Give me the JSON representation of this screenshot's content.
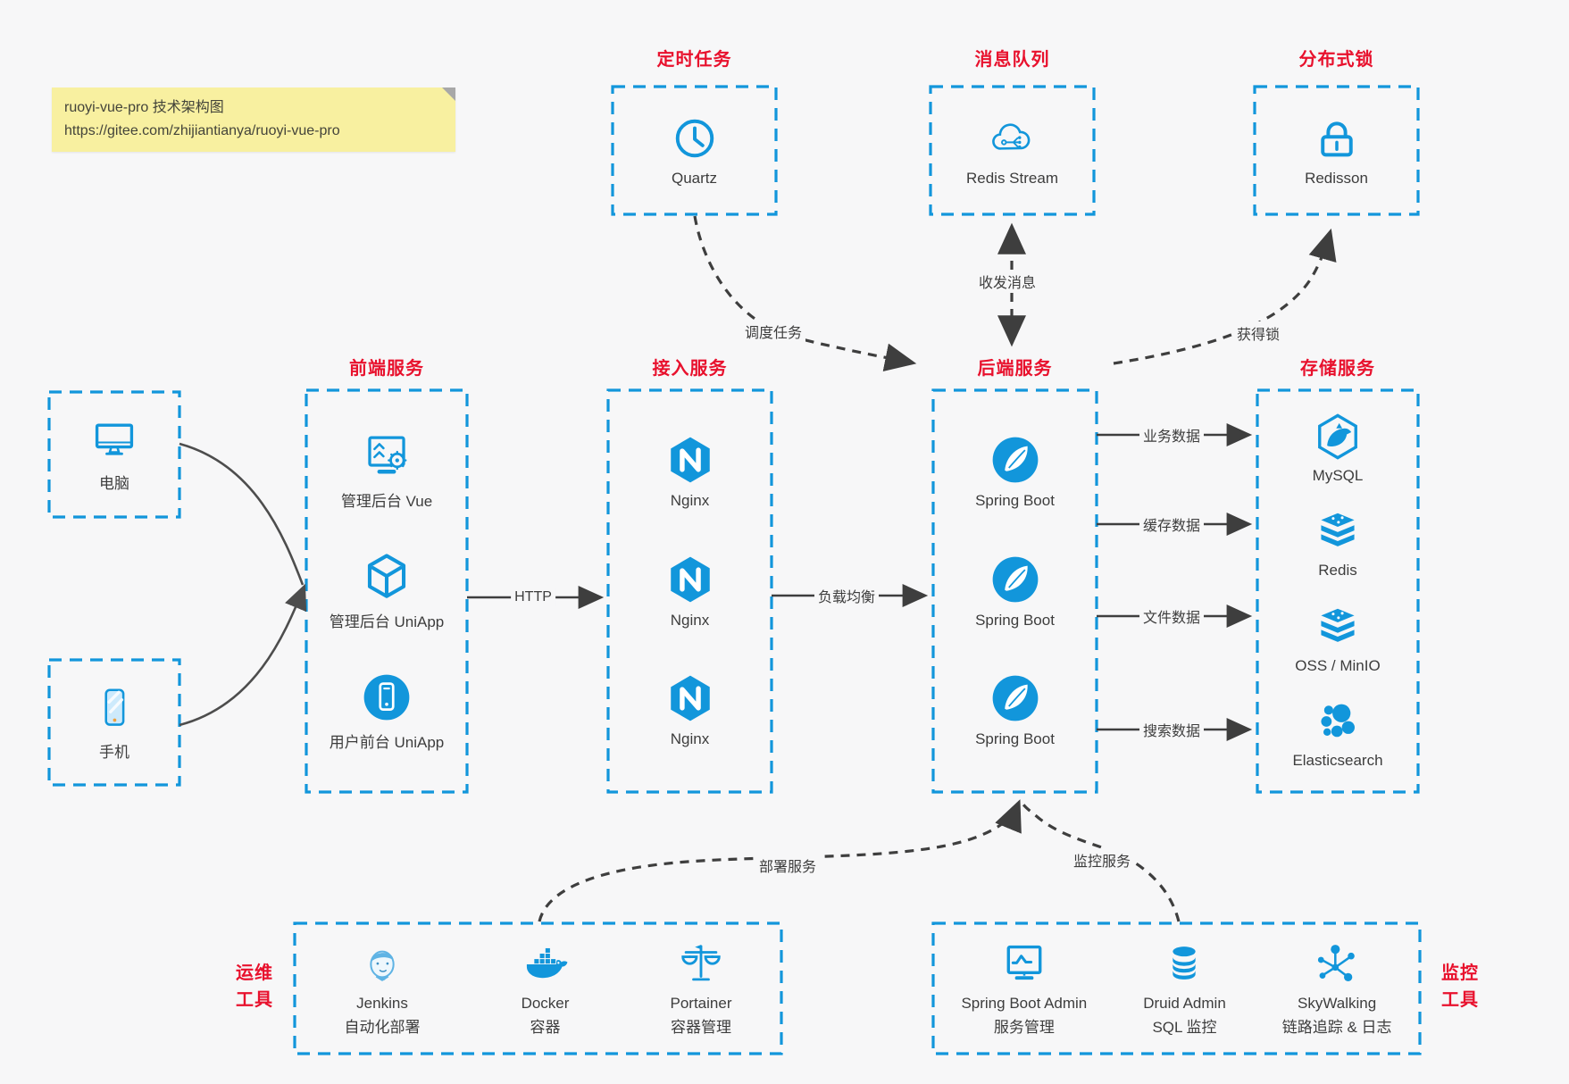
{
  "note": {
    "title": "ruoyi-vue-pro 技术架构图",
    "url": "https://gitee.com/zhijiantianya/ruoyi-vue-pro"
  },
  "colors": {
    "accent_blue": "#1296db",
    "title_red": "#e8112d",
    "arrow_gray": "#3e3e3e",
    "note_yellow": "#f8f0a0"
  },
  "scheduler": {
    "title": "定时任务",
    "item": "Quartz"
  },
  "mq": {
    "title": "消息队列",
    "item": "Redis Stream"
  },
  "lock": {
    "title": "分布式锁",
    "item": "Redisson"
  },
  "clients": {
    "pc": "电脑",
    "mobile": "手机"
  },
  "frontend": {
    "title": "前端服务",
    "items": [
      "管理后台 Vue",
      "管理后台 UniApp",
      "用户前台 UniApp"
    ]
  },
  "gateway": {
    "title": "接入服务",
    "items": [
      "Nginx",
      "Nginx",
      "Nginx"
    ]
  },
  "backend": {
    "title": "后端服务",
    "items": [
      "Spring Boot",
      "Spring Boot",
      "Spring Boot"
    ]
  },
  "storage": {
    "title": "存储服务",
    "items": [
      "MySQL",
      "Redis",
      "OSS / MinIO",
      "Elasticsearch"
    ]
  },
  "ops": {
    "title_line1": "运维",
    "title_line2": "工具",
    "items": [
      {
        "name": "Jenkins",
        "desc": "自动化部署"
      },
      {
        "name": "Docker",
        "desc": "容器"
      },
      {
        "name": "Portainer",
        "desc": "容器管理"
      }
    ]
  },
  "monitor": {
    "title_line1": "监控",
    "title_line2": "工具",
    "items": [
      {
        "name": "Spring Boot Admin",
        "desc": "服务管理"
      },
      {
        "name": "Druid Admin",
        "desc": "SQL 监控"
      },
      {
        "name": "SkyWalking",
        "desc": "链路追踪 & 日志"
      }
    ]
  },
  "edges": {
    "http": "HTTP",
    "lb": "负载均衡",
    "biz": "业务数据",
    "cache": "缓存数据",
    "file": "文件数据",
    "search": "搜索数据",
    "schedule": "调度任务",
    "message": "收发消息",
    "lock": "获得锁",
    "deploy": "部署服务",
    "monitor": "监控服务"
  }
}
